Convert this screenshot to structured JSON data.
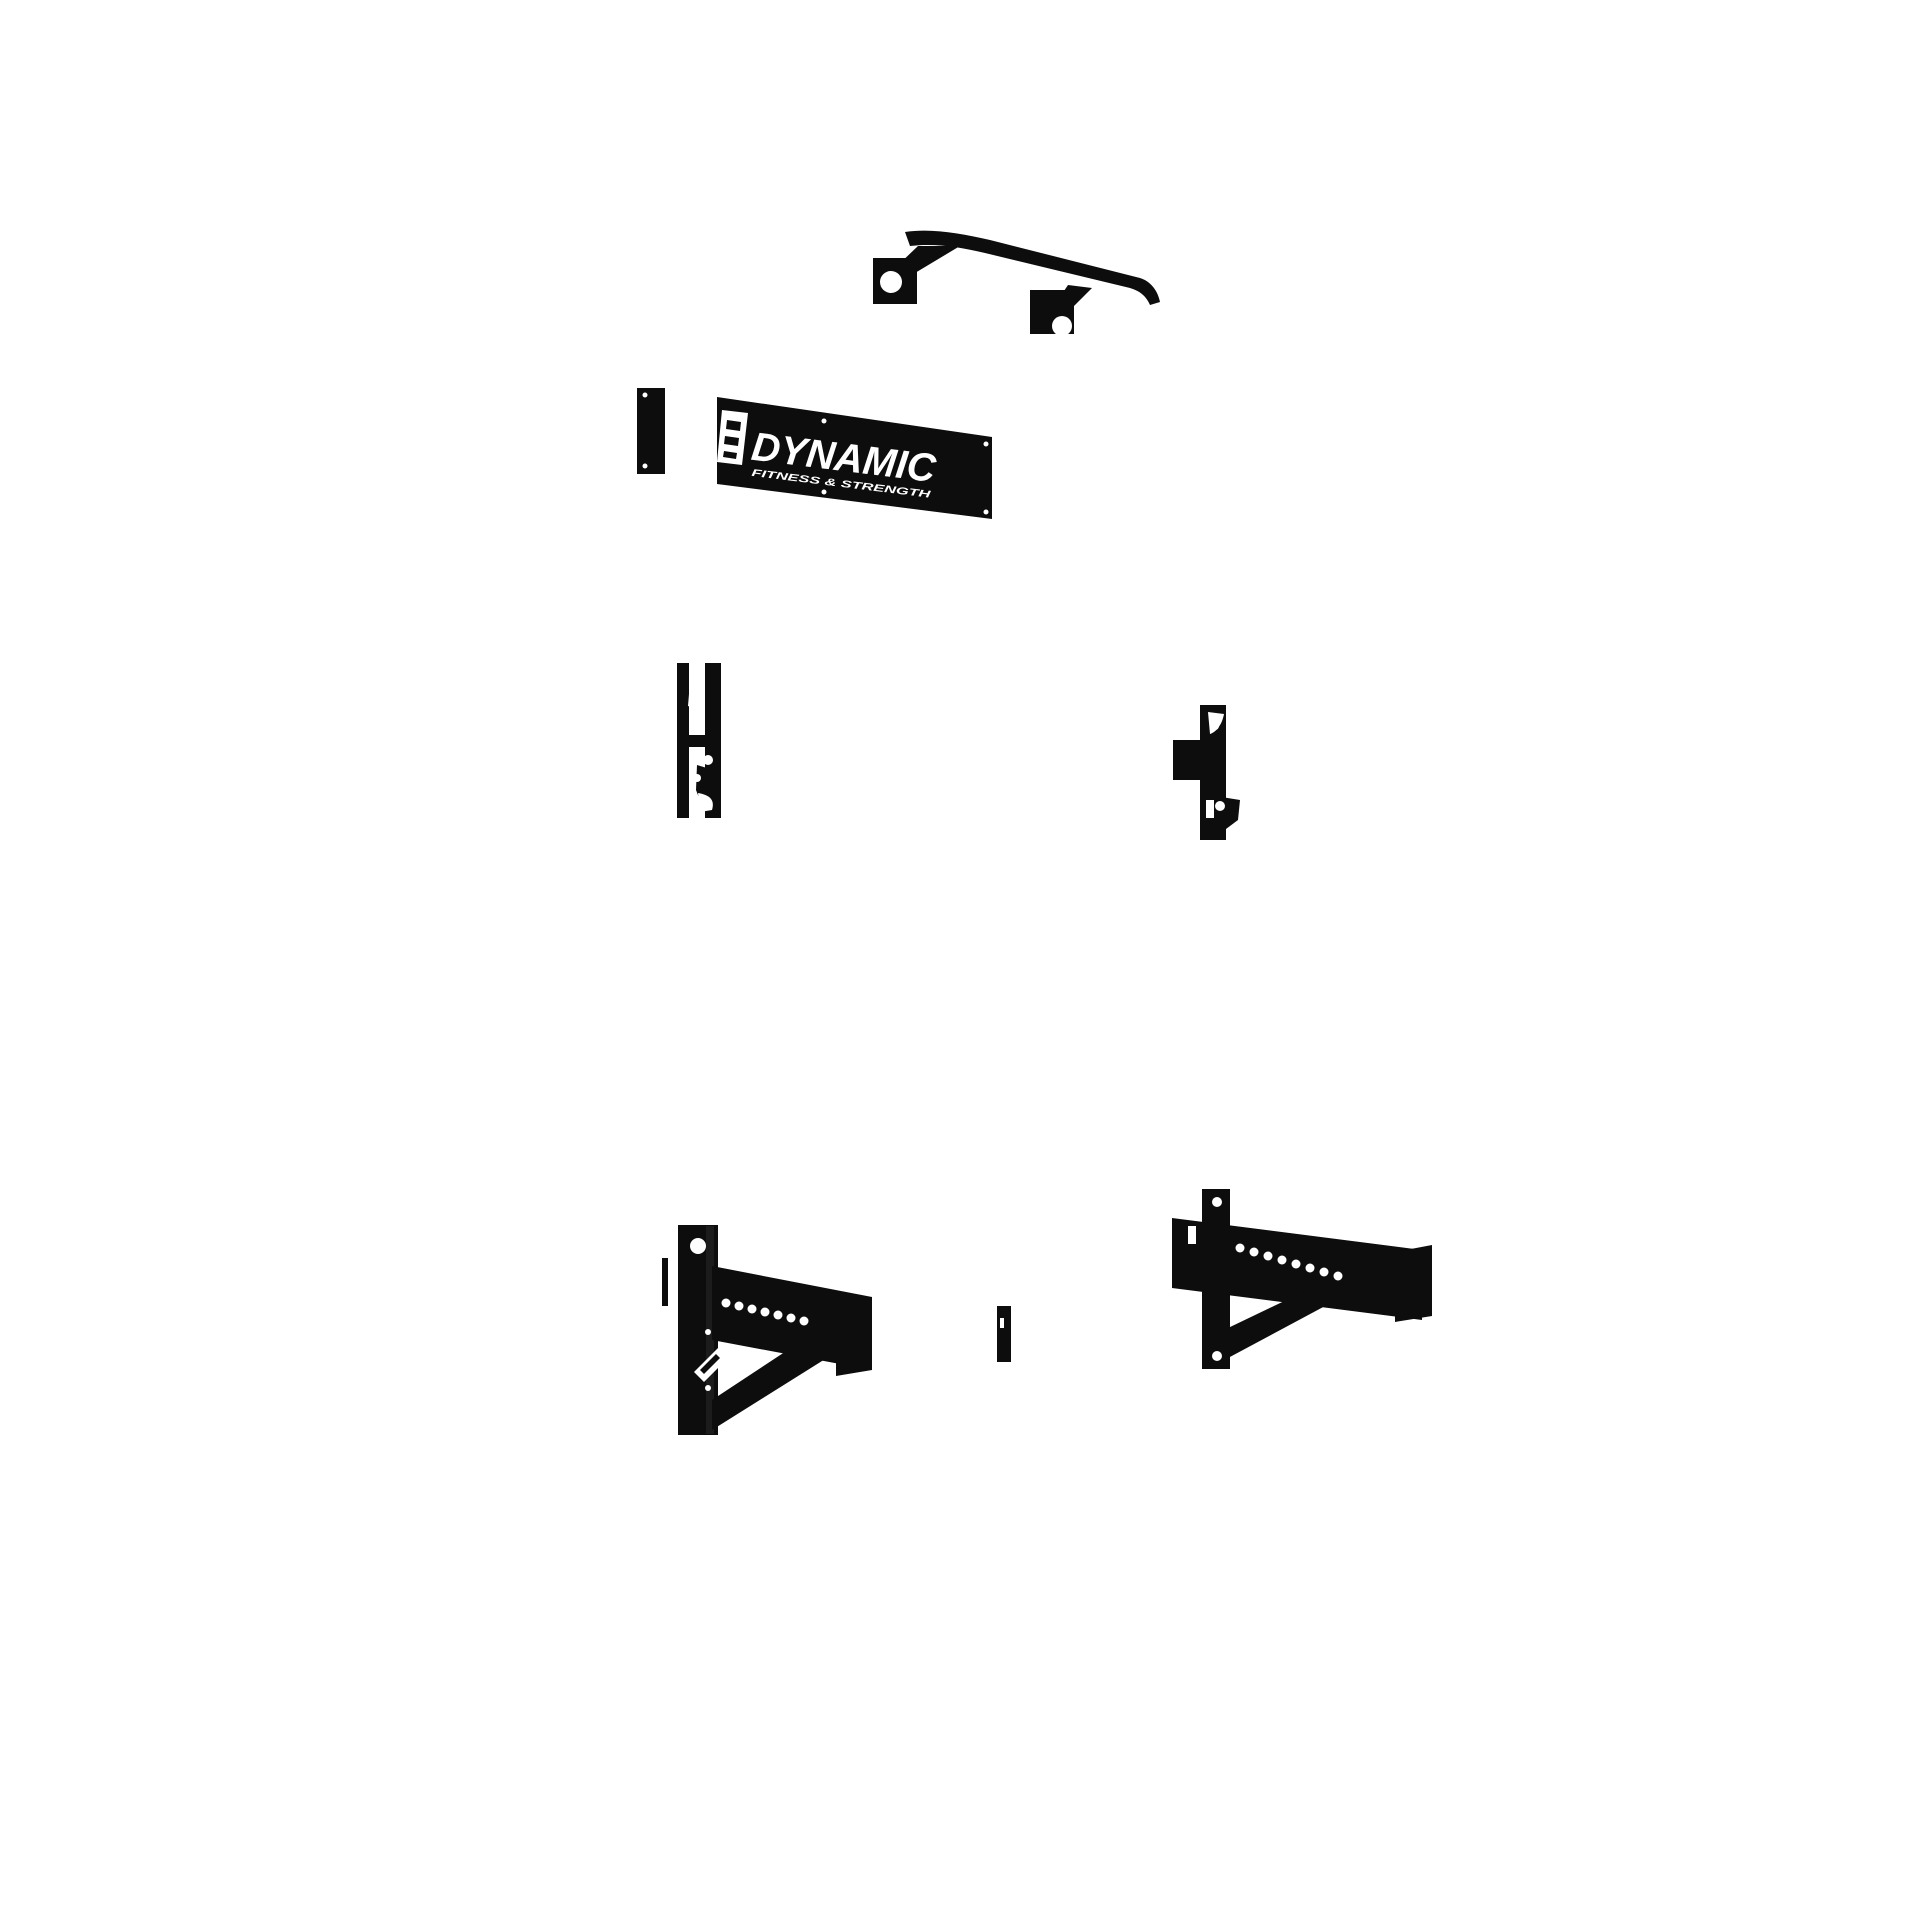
{
  "brand": {
    "name": "DYNAMIC",
    "tagline": "FITNESS & STRENGTH"
  },
  "colors": {
    "background": "#ffffff",
    "steel": "#0d0d0d"
  },
  "parts": [
    "pull-up-bar",
    "logo-plate",
    "spacer-plate",
    "j-hook-left",
    "j-hook-right",
    "spotter-arm-left",
    "spotter-arm-right",
    "small-bracket"
  ]
}
